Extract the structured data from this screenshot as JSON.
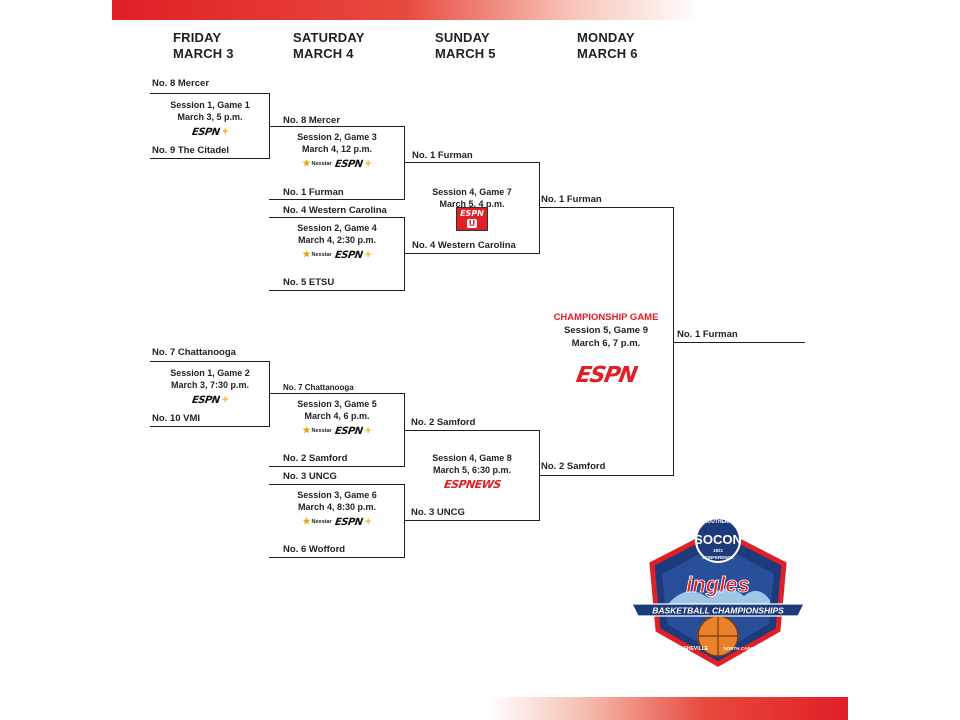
{
  "days": [
    {
      "name": "FRIDAY",
      "date": "MARCH 3"
    },
    {
      "name": "SATURDAY",
      "date": "MARCH 4"
    },
    {
      "name": "SUNDAY",
      "date": "MARCH 5"
    },
    {
      "name": "MONDAY",
      "date": "MARCH 6"
    }
  ],
  "round1": {
    "game1": {
      "top": "No. 8 Mercer",
      "bottom": "No. 9 The Citadel",
      "session": "Session 1, Game 1",
      "time": "March 3, 5 p.m.",
      "network": "ESPN+"
    },
    "game2": {
      "top": "No. 7 Chattanooga",
      "bottom": "No. 10 VMI",
      "session": "Session 1, Game 2",
      "time": "March 3, 7:30 p.m.",
      "network": "ESPN+"
    }
  },
  "round2": {
    "game3": {
      "top": "No. 8 Mercer",
      "bottom": "No. 1 Furman",
      "session": "Session 2, Game 3",
      "time": "March 4, 12 p.m.",
      "network": "Nexstar ESPN+"
    },
    "game4": {
      "top": "No. 4 Western Carolina",
      "bottom": "No. 5 ETSU",
      "session": "Session 2, Game 4",
      "time": "March 4, 2:30 p.m.",
      "network": "Nexstar ESPN+"
    },
    "game5": {
      "top": "No. 7 Chattanooga",
      "bottom": "No. 2 Samford",
      "session": "Session 3, Game 5",
      "time": "March 4, 6 p.m.",
      "network": "Nexstar ESPN+"
    },
    "game6": {
      "top": "No. 3 UNCG",
      "bottom": "No. 6 Wofford",
      "session": "Session 3, Game 6",
      "time": "March 4, 8:30 p.m.",
      "network": "Nexstar ESPN+"
    }
  },
  "semis": {
    "game7": {
      "top": "No. 1 Furman",
      "bottom": "No. 4 Western Carolina",
      "session": "Session 4, Game 7",
      "time": "March 5, 4 p.m.",
      "network": "ESPNU"
    },
    "game8": {
      "top": "No. 2 Samford",
      "bottom": "No. 3 UNCG",
      "session": "Session 4, Game 8",
      "time": "March 5, 6:30 p.m.",
      "network": "ESPNEWS"
    }
  },
  "final": {
    "top": "No. 1 Furman",
    "bottom": "No. 2 Samford",
    "heading": "CHAMPIONSHIP GAME",
    "session": "Session 5, Game 9",
    "time": "March 6, 7 p.m.",
    "network": "ESPN"
  },
  "champion": "No. 1 Furman",
  "logos": {
    "espn": "ESPN",
    "plus": "+",
    "nexstar": "Nexstar",
    "espnu_text": "ESPN",
    "espnu_u": "U",
    "espnews": "ESPNEWS"
  },
  "event_logo": {
    "conference": "SOCON",
    "ring_top": "SOUTHERN",
    "ring_bottom": "CONFERENCE",
    "year": "1921",
    "sponsor": "ingles",
    "banner": "BASKETBALL CHAMPIONSHIPS",
    "city": "ASHEVILLE",
    "state": "NORTH CAROLINA"
  },
  "colors": {
    "accent": "#e01f26",
    "navy": "#1d3a7a",
    "ink": "#231f20"
  }
}
